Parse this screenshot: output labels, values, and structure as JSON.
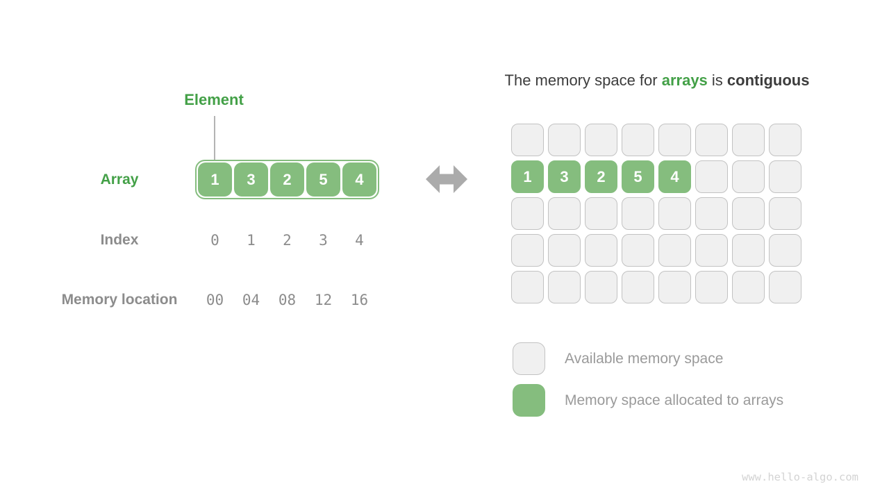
{
  "colors": {
    "green": "#85BD7E",
    "green_dark": "#43A047",
    "cell_gray": "#F0F0F0",
    "cell_border": "#C2C2C2",
    "label_gray": "#8C8C8C",
    "dark": "#3C3C3C",
    "arrow": "#ABABAB",
    "line": "#B3B3B3",
    "legend_text": "#9A9A9A",
    "watermark": "#D3D3D3"
  },
  "left": {
    "element_label": "Element",
    "array_label": "Array",
    "index_label": "Index",
    "memory_label": "Memory location",
    "array_values": [
      "1",
      "3",
      "2",
      "5",
      "4"
    ],
    "index_values": [
      "0",
      "1",
      "2",
      "3",
      "4"
    ],
    "memory_values": [
      "00",
      "04",
      "08",
      "12",
      "16"
    ]
  },
  "right": {
    "title": {
      "prefix": "The memory space for ",
      "highlight": "arrays",
      "middle": " is ",
      "emphasis": "contiguous"
    },
    "grid": {
      "rows": 5,
      "cols": 8,
      "allocated_row": 1,
      "allocated_values": [
        "1",
        "3",
        "2",
        "5",
        "4"
      ]
    },
    "legend": [
      {
        "swatch": "available",
        "label": "Available memory space"
      },
      {
        "swatch": "allocated",
        "label": "Memory space allocated to arrays"
      }
    ]
  },
  "watermark": "www.hello-algo.com"
}
